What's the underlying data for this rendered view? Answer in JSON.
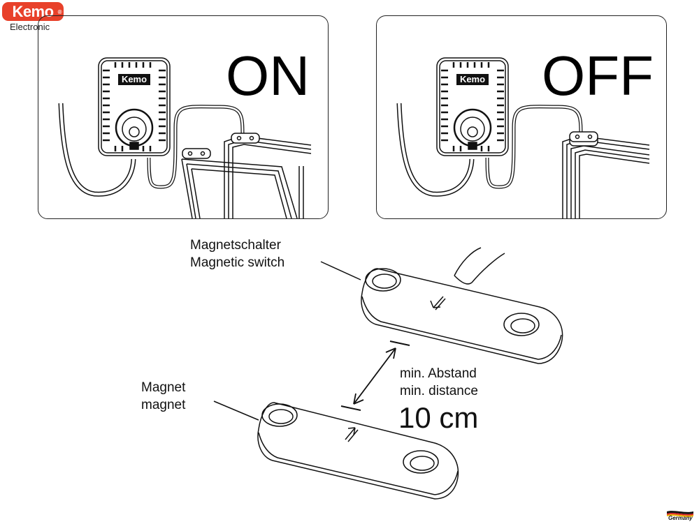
{
  "brand": {
    "name": "Kemo",
    "registered": "®",
    "subtitle": "Electronic",
    "device_label": "Kemo"
  },
  "panels": {
    "on_label": "ON",
    "off_label": "OFF"
  },
  "labels": {
    "switch_de": "Magnetschalter",
    "switch_en": "Magnetic switch",
    "magnet_de": "Magnet",
    "magnet_en": "magnet",
    "distance_de": "min. Abstand",
    "distance_en": "min. distance",
    "distance_value": "10 cm"
  },
  "footer": {
    "origin": "Germany"
  },
  "colors": {
    "logo": "#e8412a",
    "line": "#111111"
  }
}
